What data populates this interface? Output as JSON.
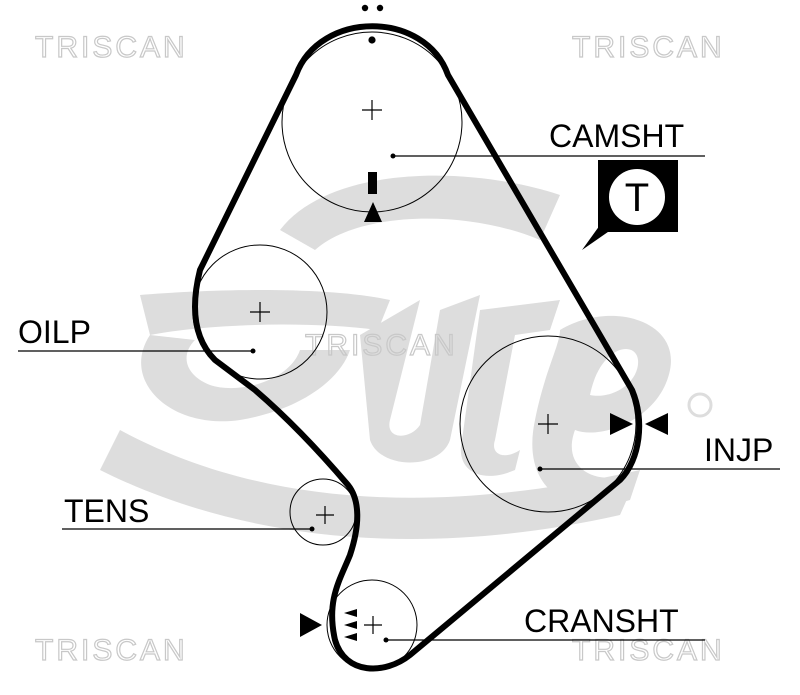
{
  "watermark": {
    "brand": "TRISCAN",
    "logo_name": "Gates"
  },
  "labels": {
    "camshaft": "CAMSHT",
    "oil_pump": "OILP",
    "injection_pump": "INJP",
    "tensioner": "TENS",
    "crankshaft": "CRANSHT",
    "tensioner_badge": "T"
  },
  "colors": {
    "belt": "#000000",
    "watermark": "#d9d9d9"
  }
}
